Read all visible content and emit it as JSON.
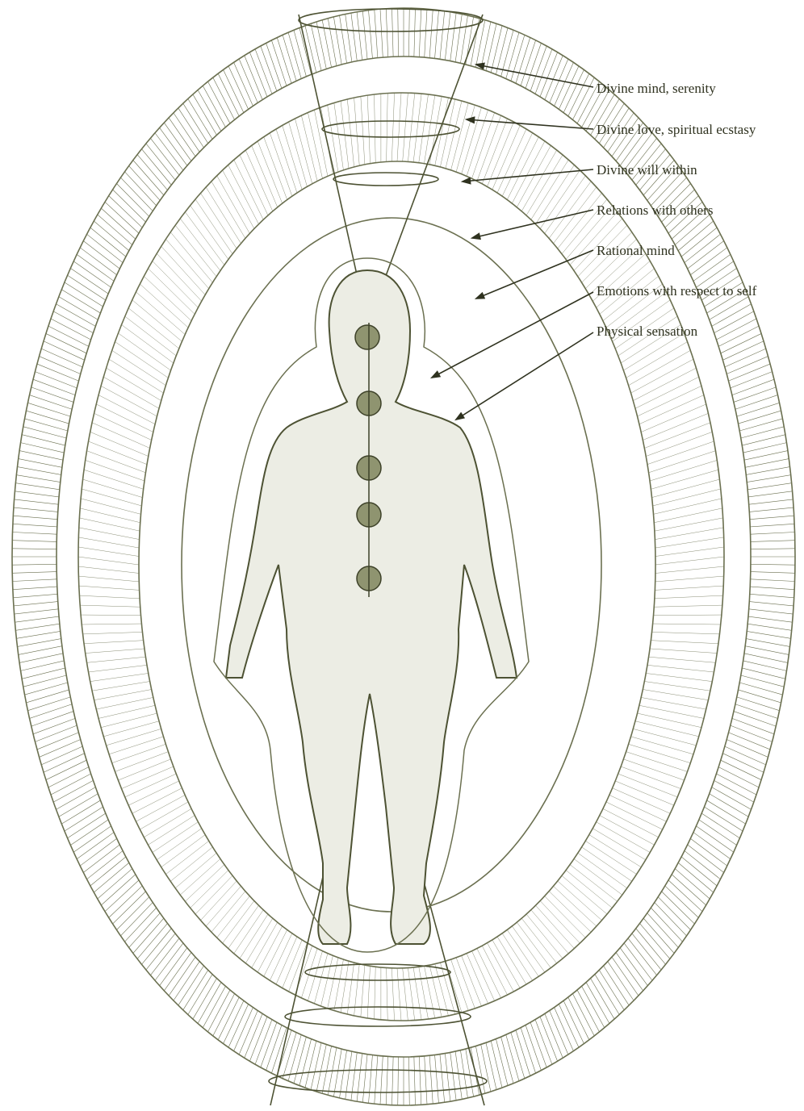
{
  "labels": [
    "Divine mind, serenity",
    "Divine love, spiritual ecstasy",
    "Divine will within",
    "Relations with others",
    "Rational mind",
    "Emotions with respect to self",
    "Physical sensation"
  ],
  "colors": {
    "ink": "#4d5233",
    "text": "#2f321f",
    "paper": "#ffffff"
  }
}
